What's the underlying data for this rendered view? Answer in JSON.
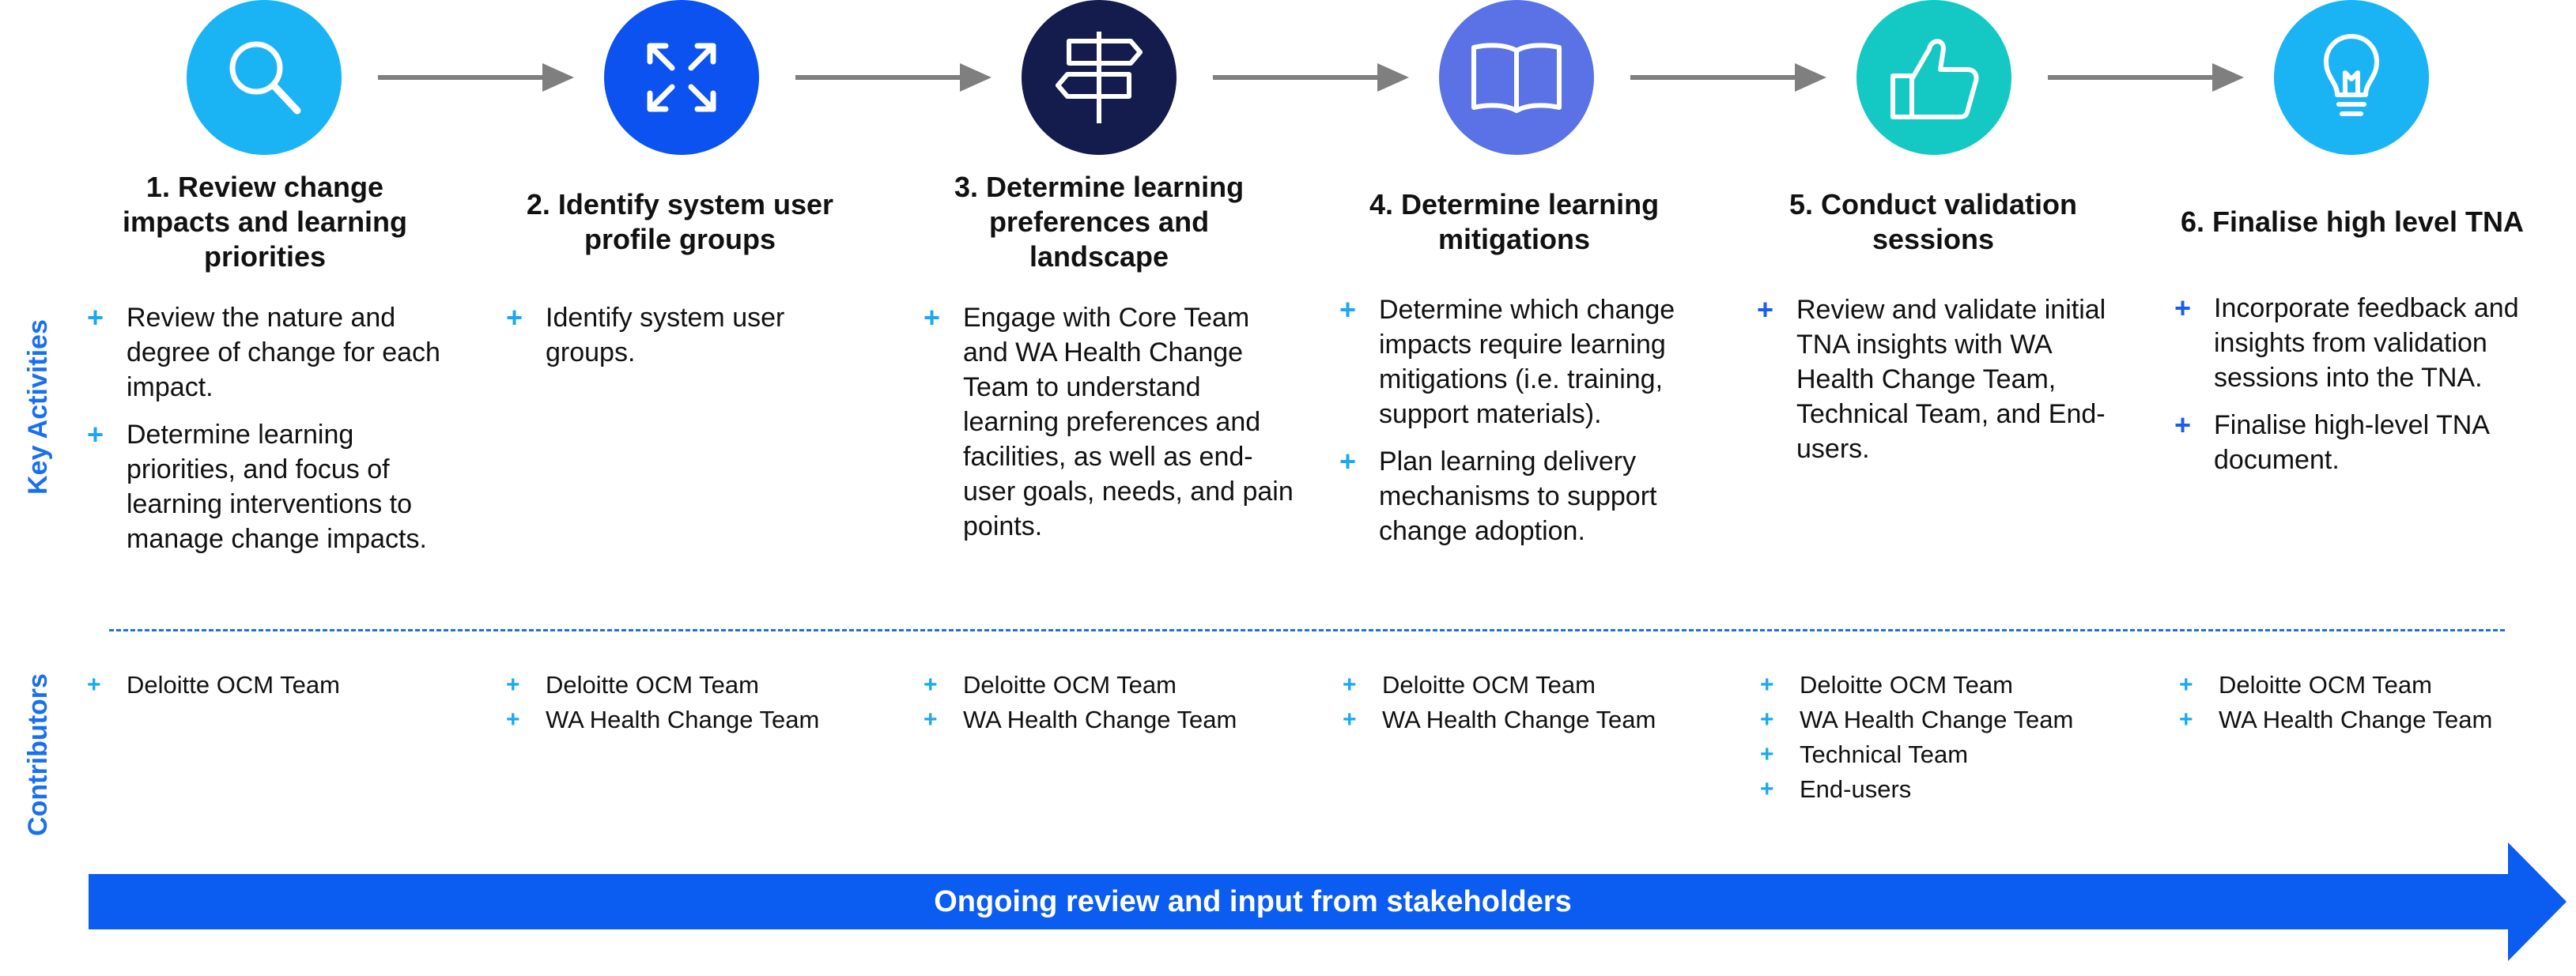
{
  "colors": {
    "step1": "#1ab4f5",
    "step2": "#0b52f0",
    "step3": "#141b4d",
    "step4": "#5b72e6",
    "step5": "#14c9c3",
    "step6": "#1ab4f5",
    "arrow": "#7f7f7f",
    "label": "#1a6ff0",
    "banner": "#0b5cf0"
  },
  "side_labels": {
    "activities": "Key Activities",
    "contributors": "Contributors"
  },
  "steps": [
    {
      "icon": "magnifier-icon",
      "title": "1. Review change impacts and learning priorities",
      "activities": [
        "Review the nature and degree of change for each impact.",
        "Determine learning priorities, and focus of learning interventions to manage change impacts."
      ],
      "contributors": [
        "Deloitte OCM Team"
      ]
    },
    {
      "icon": "expand-arrows-icon",
      "title": "2. Identify system user profile groups",
      "activities": [
        "Identify system user groups."
      ],
      "contributors": [
        "Deloitte OCM Team",
        "WA Health Change Team"
      ]
    },
    {
      "icon": "signpost-icon",
      "title": "3. Determine learning preferences and landscape",
      "activities": [
        "Engage with Core Team and WA Health Change Team to understand learning preferences and facilities, as well as end-user goals, needs, and pain points."
      ],
      "contributors": [
        "Deloitte OCM Team",
        "WA Health Change Team"
      ]
    },
    {
      "icon": "open-book-icon",
      "title": "4. Determine learning mitigations",
      "activities": [
        "Determine which change impacts require learning mitigations (i.e. training, support materials).",
        "Plan learning delivery mechanisms to support change adoption."
      ],
      "contributors": [
        "Deloitte OCM Team",
        "WA Health Change Team"
      ]
    },
    {
      "icon": "thumbs-up-icon",
      "title": "5. Conduct validation sessions",
      "activities": [
        "Review and validate initial TNA insights with WA Health Change Team, Technical Team, and End-users."
      ],
      "contributors": [
        "Deloitte OCM Team",
        "WA Health Change Team",
        "Technical Team",
        "End-users"
      ]
    },
    {
      "icon": "lightbulb-icon",
      "title": "6. Finalise high level TNA",
      "activities": [
        "Incorporate feedback and insights from validation sessions into the TNA.",
        "Finalise high-level TNA document."
      ],
      "contributors": [
        "Deloitte OCM Team",
        "WA Health Change Team"
      ]
    }
  ],
  "banner": {
    "text": "Ongoing review and input from stakeholders"
  }
}
